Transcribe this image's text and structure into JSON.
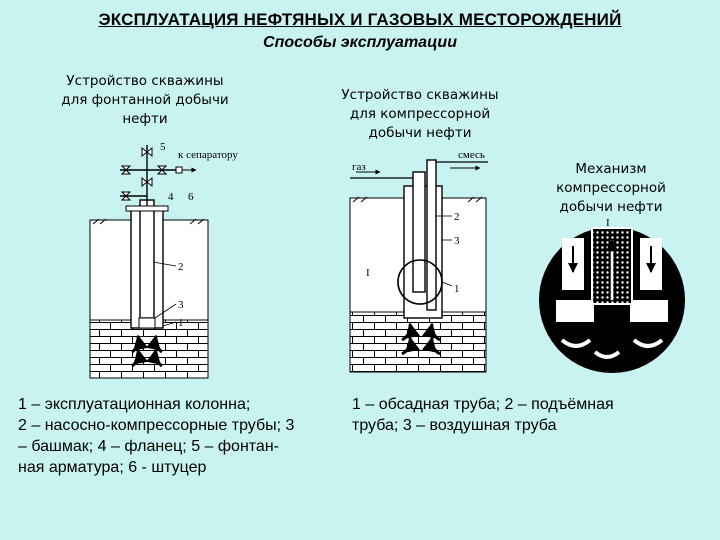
{
  "title": "ЭКСПЛУАТАЦИЯ НЕФТЯНЫХ И ГАЗОВЫХ МЕСТОРОЖДЕНИЙ",
  "subtitle": "Способы эксплуатации",
  "captions": {
    "fountain": [
      "Устройство скважины",
      "для фонтанной добычи",
      "нефти"
    ],
    "compressor": [
      "Устройство скважины",
      "для компрессорной",
      "добычи нефти"
    ],
    "mechanism": [
      "Механизм",
      "компрессорной",
      "добычи нефти"
    ]
  },
  "labels": {
    "separator": "к сепаратору",
    "gas": "газ",
    "mixture": "смесь",
    "roman_one": "I",
    "n1": "1",
    "n2": "2",
    "n3": "3",
    "n4": "4",
    "n5": "5",
    "n6": "6"
  },
  "legend_left": [
    "1 – эксплуатационная колонна;",
    "2 – насосно-компрессорные трубы; 3",
    "– башмак; 4 – фланец; 5 – фонтан-",
    "ная арматура; 6 - штуцер"
  ],
  "legend_right": [
    "1 – обсадная труба; 2 – подъёмная",
    "труба;  3 – воздушная труба"
  ]
}
